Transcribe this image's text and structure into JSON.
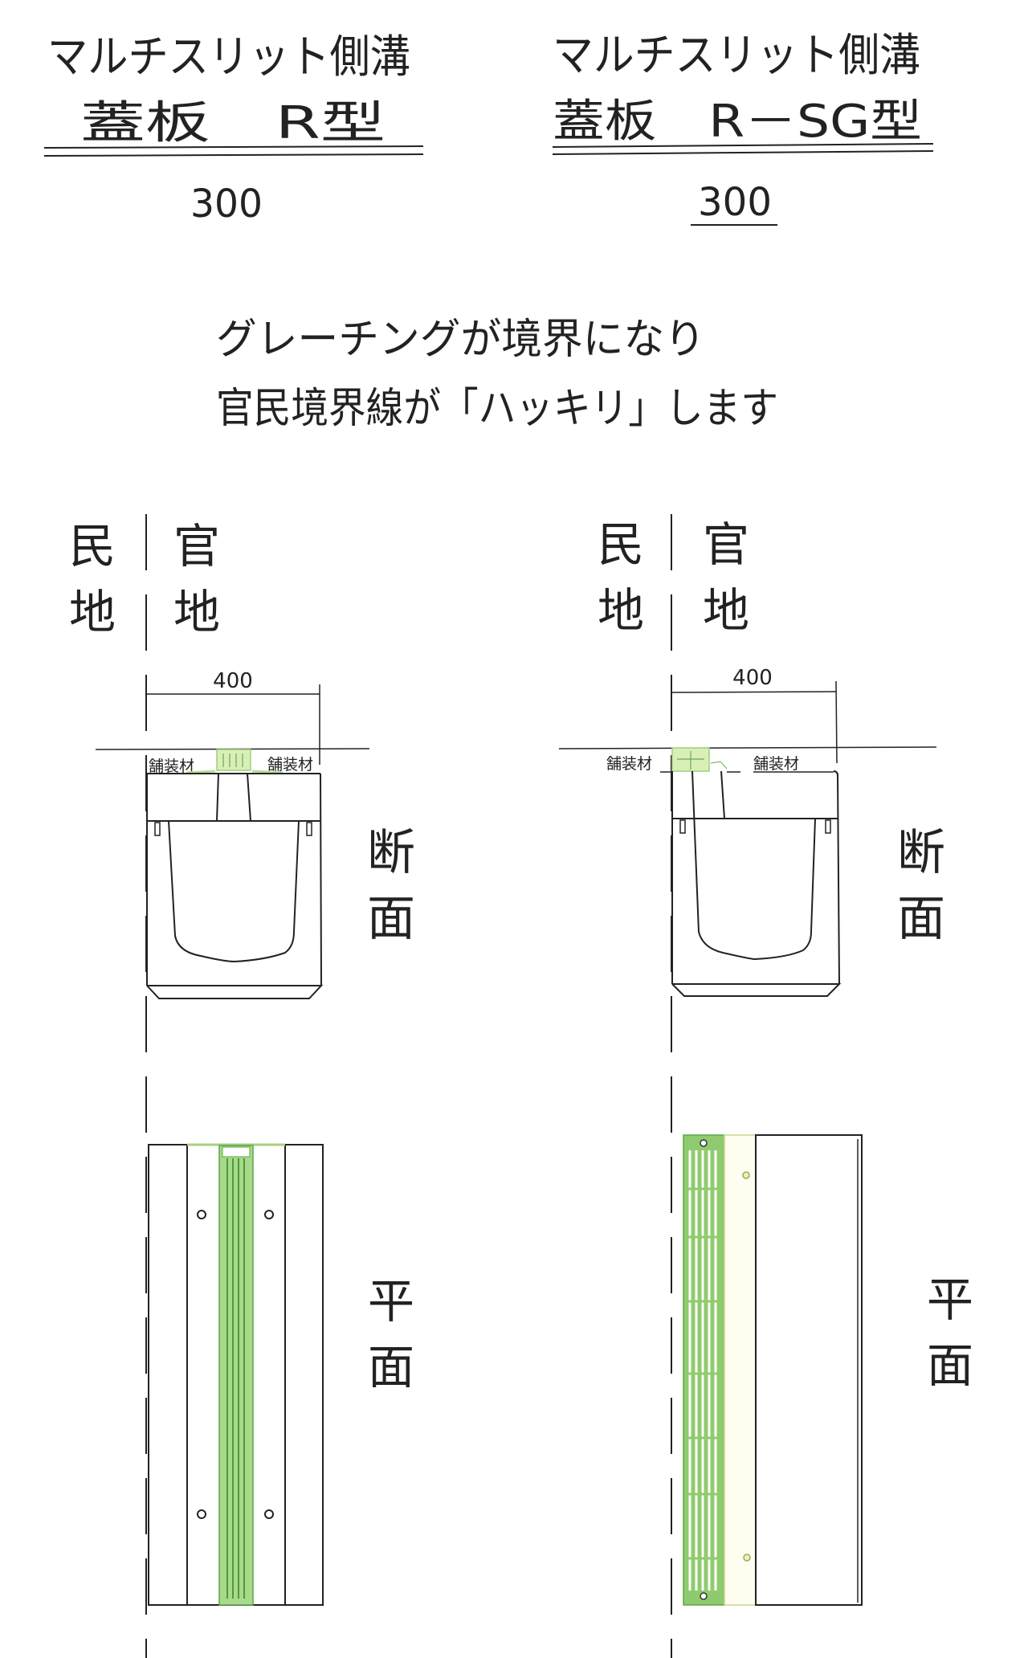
{
  "colors": {
    "grating_fill": "#b8e08a",
    "grating_dark": "#5aa845",
    "grating_light": "#e6f5cf",
    "line": "#222222"
  },
  "left_product": {
    "title_line1": "マルチスリット側溝",
    "title_line2": "蓋板　R型",
    "size": "300"
  },
  "right_product": {
    "title_line1": "マルチスリット側溝",
    "title_line2": "蓋板　R－SG型",
    "size": "300"
  },
  "message": {
    "line1": "グレーチングが境界になり",
    "line2": "官民境界線が「ハッキリ」します"
  },
  "labels": {
    "private_land_1": "民",
    "private_land_2": "地",
    "public_land_1": "官",
    "public_land_2": "地",
    "section_1": "断",
    "section_2": "面",
    "plan_1": "平",
    "plan_2": "面",
    "dimension": "400",
    "paving": "舗装材"
  }
}
